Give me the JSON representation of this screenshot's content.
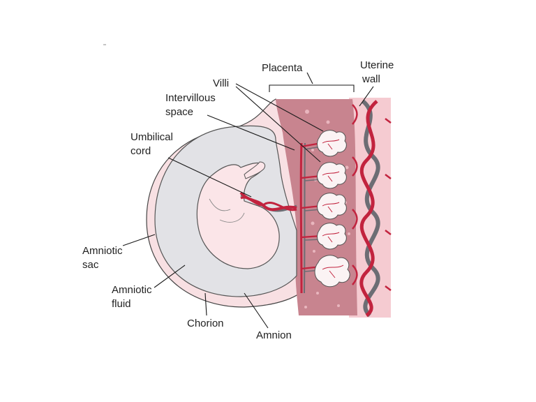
{
  "labels": {
    "placenta": "Placenta",
    "uterine_wall_1": "Uterine",
    "uterine_wall_2": "wall",
    "villi": "Villi",
    "intervillous_1": "Intervillous",
    "intervillous_2": "space",
    "umbilical_1": "Umbilical",
    "umbilical_2": "cord",
    "amniotic_sac_1": "Amniotic",
    "amniotic_sac_2": "sac",
    "amniotic_fluid_1": "Amniotic",
    "amniotic_fluid_2": "fluid",
    "chorion": "Chorion",
    "amnion": "Amnion"
  },
  "colors": {
    "placenta_tissue": "#c98692",
    "uterine_pink": "#f2c6cc",
    "chorion_pink": "#f7dde0",
    "amniotic_fluid": "#e3e3e6",
    "fetus": "#fbe6e9",
    "vessel_red": "#c2233e",
    "vessel_gray": "#6d6d74",
    "outline": "#444444"
  }
}
